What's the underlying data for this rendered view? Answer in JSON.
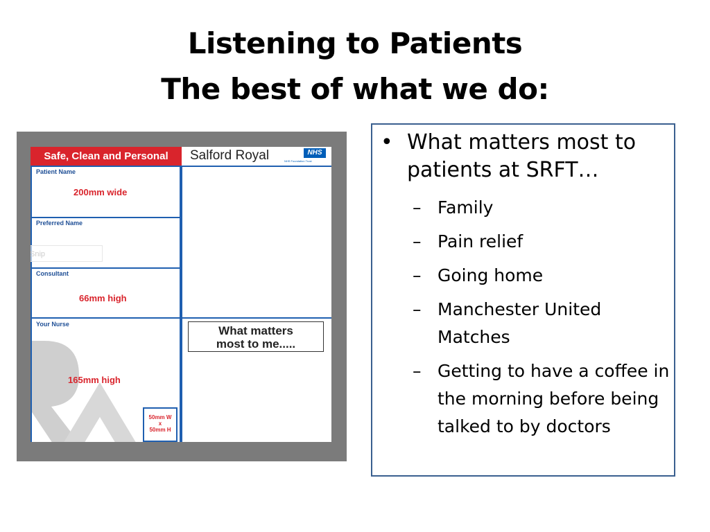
{
  "slide": {
    "title_line1": "Listening to Patients",
    "title_line2": "The best of what we do:"
  },
  "board": {
    "header_label": "Safe, Clean and Personal",
    "hospital_name": "Salford Royal",
    "nhs_logo": "NHS",
    "nhs_subtext": "NHS Foundation Trust",
    "fields": {
      "patient_name": "Patient Name",
      "preferred_name": "Preferred Name",
      "consultant": "Consultant",
      "your_nurse": "Your Nurse"
    },
    "dimensions": {
      "width_label": "200mm wide",
      "height_small_label": "66mm high",
      "height_large_label": "165mm high",
      "box_line1": "50mm W",
      "box_line2": "x",
      "box_line3": "50mm H"
    },
    "what_matters_line1": "What matters",
    "what_matters_line2": "most to me.....",
    "snip_label": "Snip"
  },
  "bullets": {
    "main": "What matters most to patients at SRFT…",
    "items": [
      "Family",
      "Pain relief",
      "Going home",
      "Manchester United Matches",
      "Getting to have a coffee in the morning before being talked to by doctors"
    ]
  },
  "colors": {
    "header_red": "#d9242c",
    "board_blue": "#1f5fb0",
    "frame_grey": "#7b7b7b",
    "textbox_border": "#3a5f8f",
    "nhs_blue": "#005eb8"
  }
}
